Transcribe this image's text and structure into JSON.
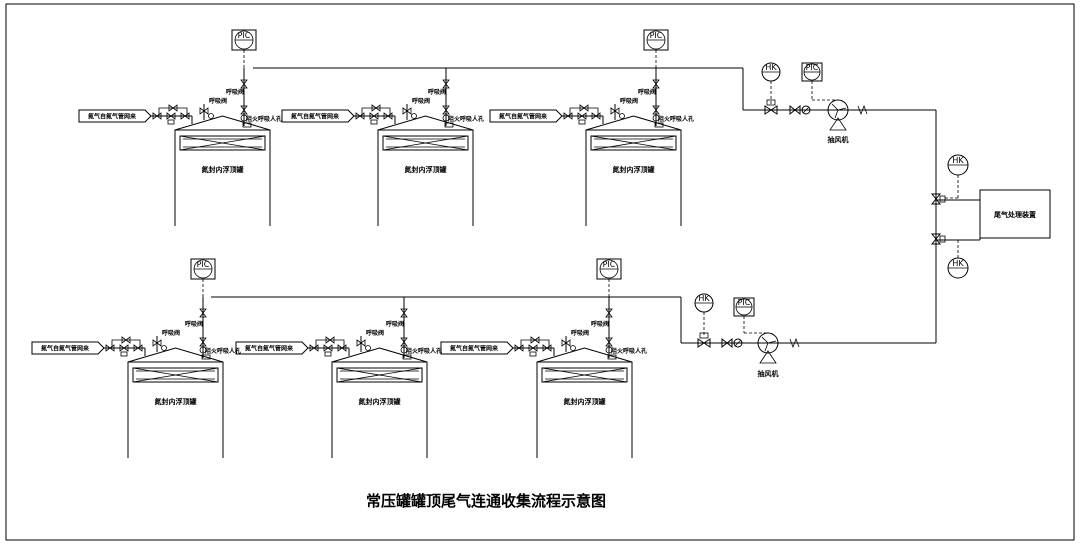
{
  "title": "常压罐罐顶尾气连通收集流程示意图",
  "labels": {
    "nitrogen_inlet": "氮气自氮气管网来",
    "tank": "氮封内浮顶罐",
    "breather_valve": "呼吸阀",
    "flame_arrester": "阻火呼吸人孔",
    "fan": "抽风机",
    "treatment": "尾气处理装置",
    "pic": "PIC",
    "hk": "HK"
  }
}
